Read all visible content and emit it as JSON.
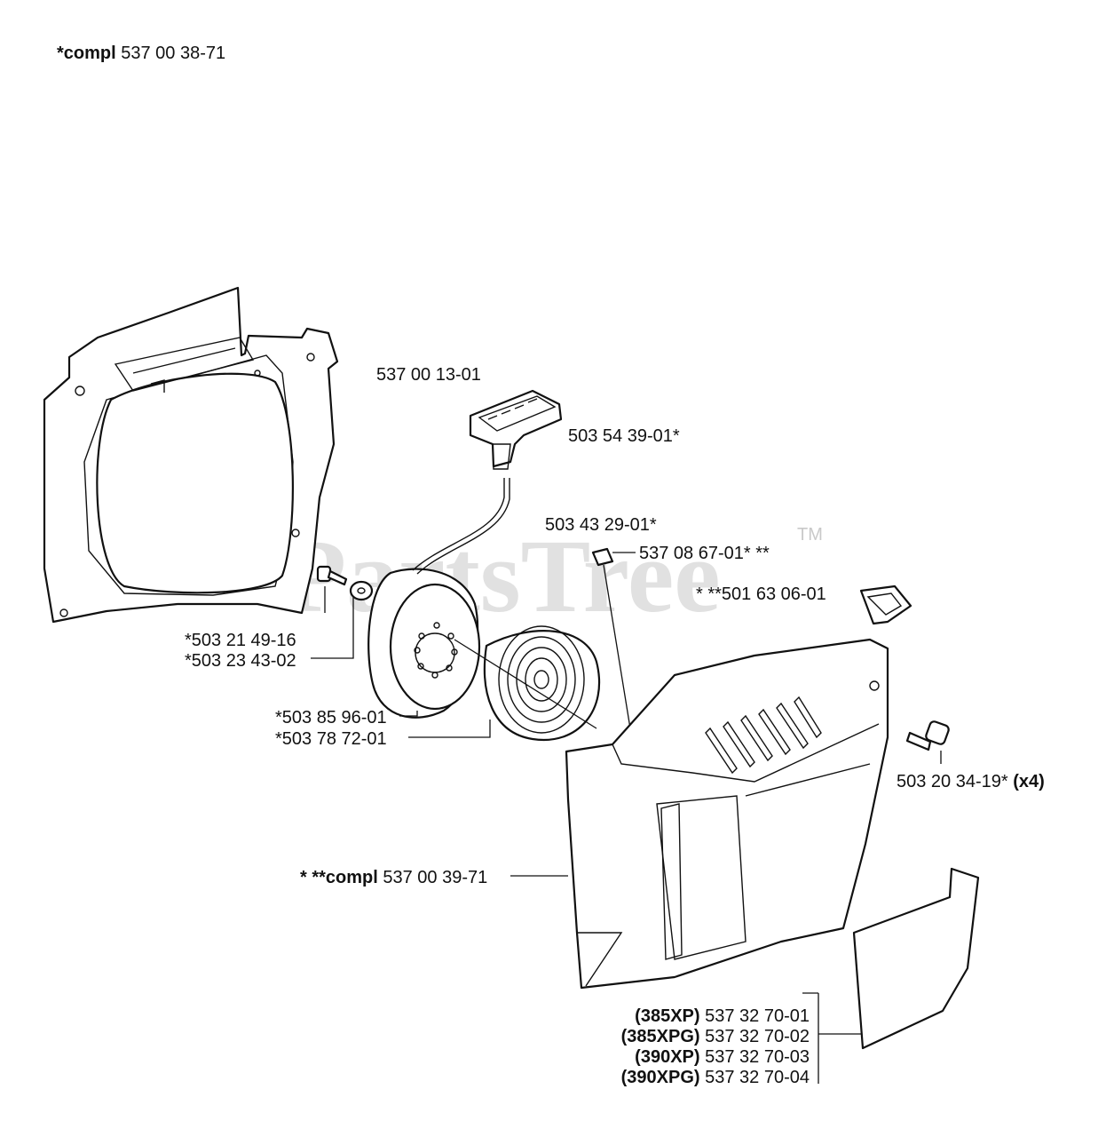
{
  "header": {
    "compl_prefix": "*compl",
    "compl_number": "537 00 38-71"
  },
  "watermark": {
    "text": "PartsTree",
    "tm": "TM"
  },
  "labels": {
    "starter_assy": "537 00 13-01",
    "handle": "503 54 39-01*",
    "rope_guide": "503 43 29-01*",
    "nut": "537 08 67-01* **",
    "rubber": "* **501 63 06-01",
    "screw_a": "*503 21 49-16",
    "washer_a": "*503 23 43-02",
    "pulley": "*503 85 96-01",
    "spring": "*503 78 72-01",
    "cover_screw": "503 20 34-19*",
    "cover_screw_qty": "(x4)",
    "cover_prefix": "* **compl",
    "cover_number": "537 00 39-71"
  },
  "decals": [
    {
      "model": "(385XP)",
      "number": "537 32 70-01"
    },
    {
      "model": "(385XPG)",
      "number": "537 32 70-02"
    },
    {
      "model": "(390XP)",
      "number": "537 32 70-03"
    },
    {
      "model": "(390XPG)",
      "number": "537 32 70-04"
    }
  ]
}
